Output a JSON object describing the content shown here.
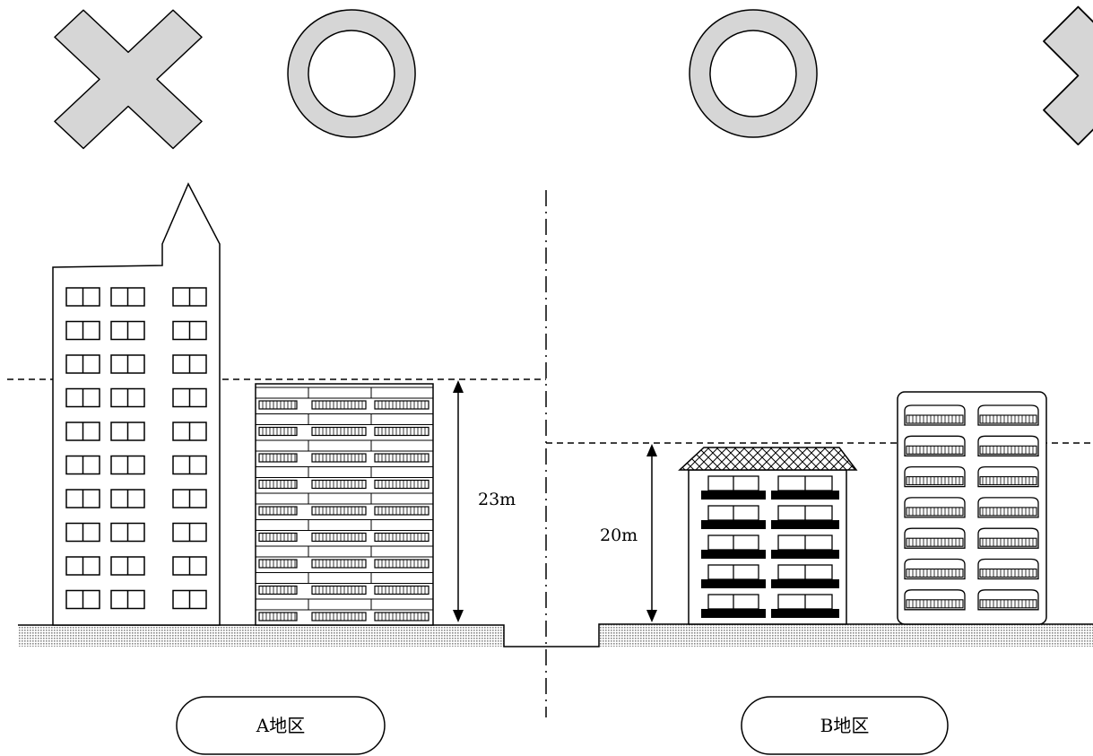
{
  "district_a": {
    "label": "A地区",
    "height_limit": "23m",
    "left_mark": "cross",
    "right_mark": "circle"
  },
  "district_b": {
    "label": "B地区",
    "height_limit": "20m",
    "left_mark": "circle",
    "right_mark": "cross"
  },
  "colors": {
    "mark_fill": "#d6d6d6",
    "ground_fill": "#cfcfcf",
    "stroke": "#000000"
  }
}
